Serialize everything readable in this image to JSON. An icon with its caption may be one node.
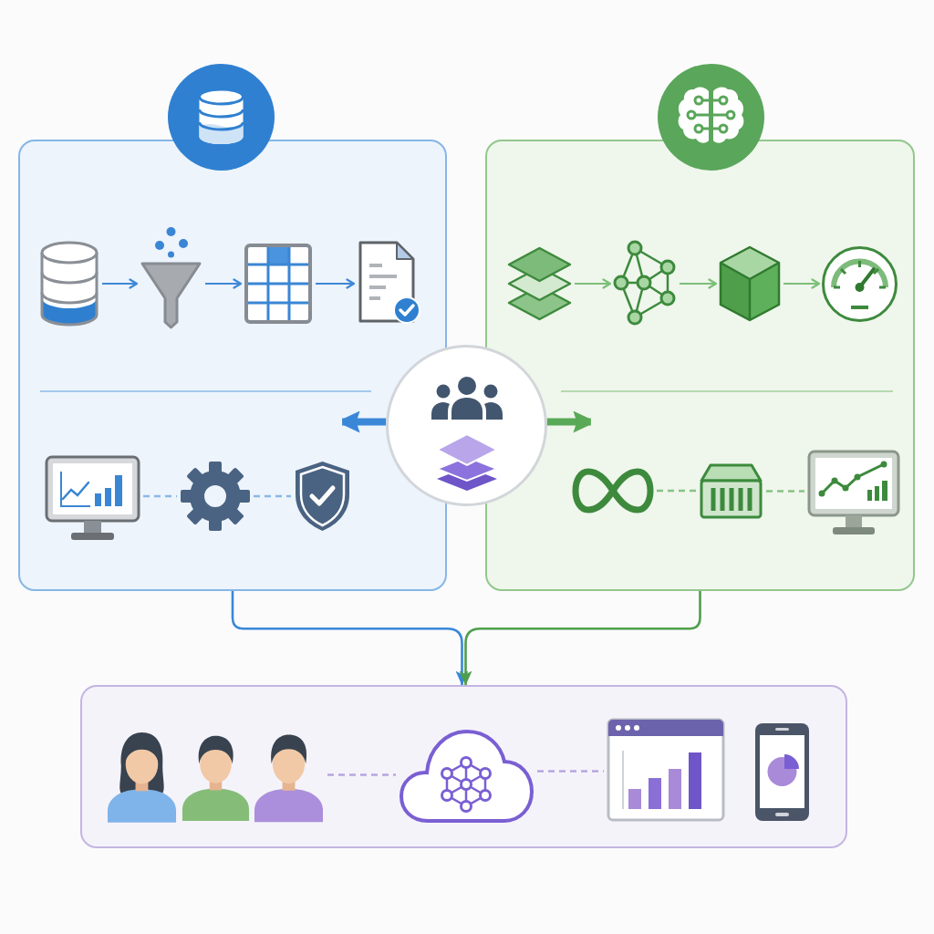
{
  "diagram": {
    "nodes": [
      {
        "text": [],
        "shape": "circle"
      },
      {
        "text": [],
        "shape": "box"
      },
      {
        "text": [],
        "shape": "picture",
        "in": 1
      },
      {
        "text": [],
        "shape": "picture",
        "in": 1
      },
      {
        "text": [],
        "shape": "picture",
        "in": 1
      },
      {
        "text": [],
        "shape": "picture",
        "in": 1
      },
      {
        "text": [],
        "shape": "picture",
        "in": 1
      },
      {
        "text": [],
        "shape": "picture",
        "in": 1
      },
      {
        "text": [],
        "shape": "picture",
        "in": 1
      },
      {
        "text": [],
        "shape": "circle"
      },
      {
        "text": [],
        "shape": "box"
      },
      {
        "text": [],
        "shape": "picture",
        "in": 10
      },
      {
        "text": [],
        "shape": "picture",
        "in": 10
      },
      {
        "text": [],
        "shape": "picture",
        "in": 10
      },
      {
        "text": [],
        "shape": "picture",
        "in": 10
      },
      {
        "text": [],
        "shape": "picture",
        "in": 10
      },
      {
        "text": [],
        "shape": "picture",
        "in": 10
      },
      {
        "text": [],
        "shape": "picture",
        "in": 10
      },
      {
        "text": [],
        "shape": "circle"
      },
      {
        "text": [],
        "shape": "picture",
        "in": 18
      },
      {
        "text": [],
        "shape": "picture",
        "in": 18
      },
      {
        "text": [],
        "shape": "box"
      },
      {
        "text": [],
        "shape": "person",
        "in": 21
      },
      {
        "text": [],
        "shape": "person",
        "in": 21
      },
      {
        "text": [],
        "shape": "person",
        "in": 21
      },
      {
        "text": [],
        "shape": "cloud",
        "in": 21
      },
      {
        "text": [],
        "shape": "picture",
        "in": 21
      },
      {
        "text": [],
        "shape": "picture",
        "in": 21
      }
    ],
    "edges": [
      {
        "from": 2,
        "to": 3,
        "arrow": "to",
        "color": "#3f88d6"
      },
      {
        "from": 3,
        "to": 4,
        "arrow": "to",
        "color": "#3f88d6"
      },
      {
        "from": 4,
        "to": 5,
        "arrow": "to",
        "color": "#3f88d6"
      },
      {
        "from": 6,
        "to": 7,
        "arrow": "none",
        "style": "dashed",
        "color": "#8ab8e6"
      },
      {
        "from": 7,
        "to": 8,
        "arrow": "none",
        "style": "dashed",
        "color": "#8ab8e6"
      },
      {
        "from": 11,
        "to": 12,
        "arrow": "to",
        "color": "#7cbf78"
      },
      {
        "from": 12,
        "to": 13,
        "arrow": "to",
        "color": "#7cbf78"
      },
      {
        "from": 13,
        "to": 14,
        "arrow": "to",
        "color": "#7cbf78"
      },
      {
        "from": 15,
        "to": 16,
        "arrow": "none",
        "style": "dashed",
        "color": "#86c383"
      },
      {
        "from": 16,
        "to": 17,
        "arrow": "none",
        "style": "dashed",
        "color": "#86c383"
      },
      {
        "from": 18,
        "to": null,
        "arrow": "to",
        "style": "thick",
        "color": "#3a87d8"
      },
      {
        "from": 18,
        "to": null,
        "arrow": "to",
        "style": "thick",
        "color": "#59a956"
      },
      {
        "from": 1,
        "to": 21,
        "arrow": "to",
        "color": "#3a87d8"
      },
      {
        "from": 10,
        "to": 21,
        "arrow": "to",
        "color": "#4f9e4b"
      },
      {
        "from": 24,
        "to": 25,
        "arrow": "none",
        "style": "dashed",
        "color": "#b7a6e0"
      },
      {
        "from": 25,
        "to": 26,
        "arrow": "none",
        "style": "dashed",
        "color": "#b7a6e0"
      }
    ]
  }
}
